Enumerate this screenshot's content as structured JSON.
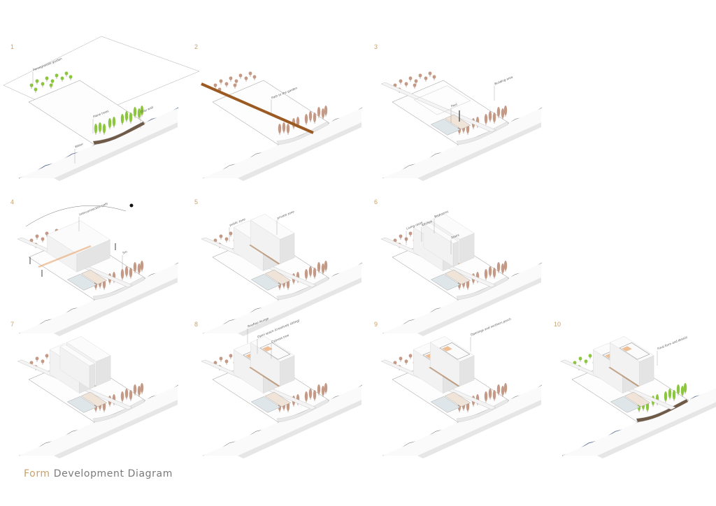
{
  "title": {
    "accent": "Form",
    "rest": " Development Diagram"
  },
  "colors": {
    "accent": "#c9a16b",
    "path": "#9a5a22",
    "tree_brown": "#c49a86",
    "tree_green": "#8cc63f",
    "water": "#6b7a99",
    "orange": "#e8a46c"
  },
  "panels": [
    {
      "number": "1",
      "labels": [
        "Pomegranate garden",
        "Plane trees",
        "Clay wall",
        "Water"
      ]
    },
    {
      "number": "2",
      "labels": [
        "Path to the garden"
      ]
    },
    {
      "number": "3",
      "labels": [
        "Building area",
        "Pool"
      ]
    },
    {
      "number": "4",
      "labels": [
        "Interconnection path",
        "5m"
      ]
    },
    {
      "number": "5",
      "labels": [
        "public zone",
        "private zone"
      ]
    },
    {
      "number": "6",
      "labels": [
        "Living room",
        "Kitchen",
        "Bedrooms",
        "Stairs"
      ]
    },
    {
      "number": "7",
      "labels": []
    },
    {
      "number": "8",
      "labels": [
        "Rooftop lounge",
        "Open space (creatively sitting)",
        "Cypress tree"
      ]
    },
    {
      "number": "9",
      "labels": [
        "Openings and northern porch"
      ]
    },
    {
      "number": "10",
      "labels": [
        "Final form and details"
      ]
    }
  ]
}
